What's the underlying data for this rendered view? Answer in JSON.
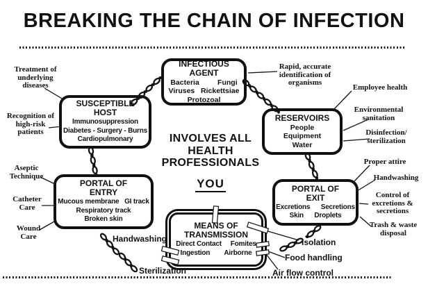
{
  "title": "BREAKING THE CHAIN OF INFECTION",
  "colors": {
    "ink": "#111111",
    "background": "#ffffff"
  },
  "center": {
    "message": "INVOLVES ALL\nHEALTH\nPROFESSIONALS",
    "emphasis": "YOU"
  },
  "boxes": [
    {
      "id": "infectious-agent",
      "title": "INFECTIOUS\nAGENT",
      "body": "Bacteria         Fungi\nViruses   Rickettsiae\nProtozoal"
    },
    {
      "id": "susceptible-host",
      "title": "SUSCEPTIBLE\nHOST",
      "body": "Immunosuppression\nDiabetes - Surgery - Burns\nCardiopulmonary"
    },
    {
      "id": "reservoirs",
      "title": "RESERVOIRS",
      "body": "People\nEquipment\nWater"
    },
    {
      "id": "portal-of-entry",
      "title": "PORTAL OF\nENTRY",
      "body": "Mucous membrane   GI track\nRespiratory track\nBroken skin"
    },
    {
      "id": "portal-of-exit",
      "title": "PORTAL OF\nEXIT",
      "body": "Excretions      Secretions\nSkin      Droplets"
    },
    {
      "id": "means-of-transmission",
      "title": "MEANS OF\nTRANSMISSION",
      "body": "Direct Contact     Fomites\nIngestion        Airborne"
    }
  ],
  "side_labels": {
    "treatment": "Treatment of\nunderlying\ndiseases",
    "recognition": "Recognition of\nhigh-risk\npatients",
    "aseptic": "Aseptic\nTechnique",
    "catheter": "Catheter\nCare",
    "wound": "Wound\nCare",
    "rapid": "Rapid, accurate\nidentification of\norganisms",
    "employee": "Employee health",
    "environmental": "Environmental\nsanitation",
    "disinfection": "Disinfection/\nsterilization",
    "proper_attire": "Proper attire",
    "handwashing_right": "Handwashing",
    "control": "Control of\nexcretions &\nsecretions",
    "trash": "Trash & waste\ndisposal"
  },
  "bottom_labels": {
    "handwashing": "Handwashing",
    "sterilization": "Sterilization",
    "isolation": "Isolation",
    "food_handling": "Food handling",
    "air_flow": "Air flow control"
  },
  "icons": {
    "chain": "chain-link-icon",
    "break_marker": "chain-break-icon"
  }
}
